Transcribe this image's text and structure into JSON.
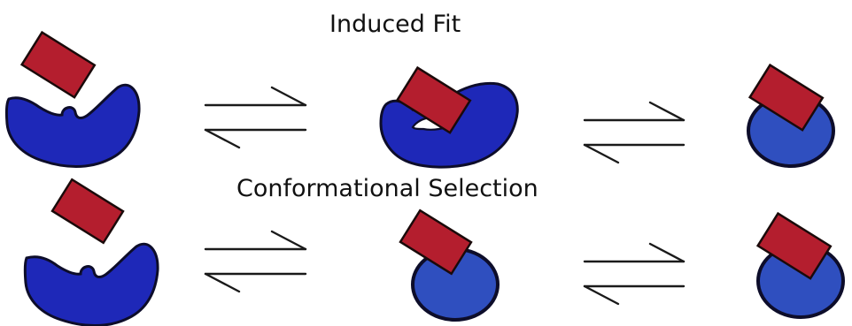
{
  "titles": {
    "induced_fit": "Induced Fit",
    "conformational_selection": "Conformational Selection"
  },
  "colors": {
    "ligand_fill": "#b41e2e",
    "ligand_stroke": "#1a0a0a",
    "receptor_dark": "#1e28b8",
    "receptor_bound": "#2f4fbf",
    "outline": "#0d0d2a",
    "arrow": "#1a1a1a"
  },
  "rows": [
    {
      "name": "induced-fit",
      "states": [
        "ligand-free-receptor",
        "ligand-inducing-fit",
        "bound-complex"
      ],
      "equilibria": [
        "reversible-arrows",
        "reversible-arrows"
      ]
    },
    {
      "name": "conformational-selection",
      "states": [
        "ligand-free-receptor",
        "ligand-selecting-conformation",
        "bound-complex"
      ],
      "equilibria": [
        "reversible-arrows",
        "reversible-arrows"
      ]
    }
  ]
}
